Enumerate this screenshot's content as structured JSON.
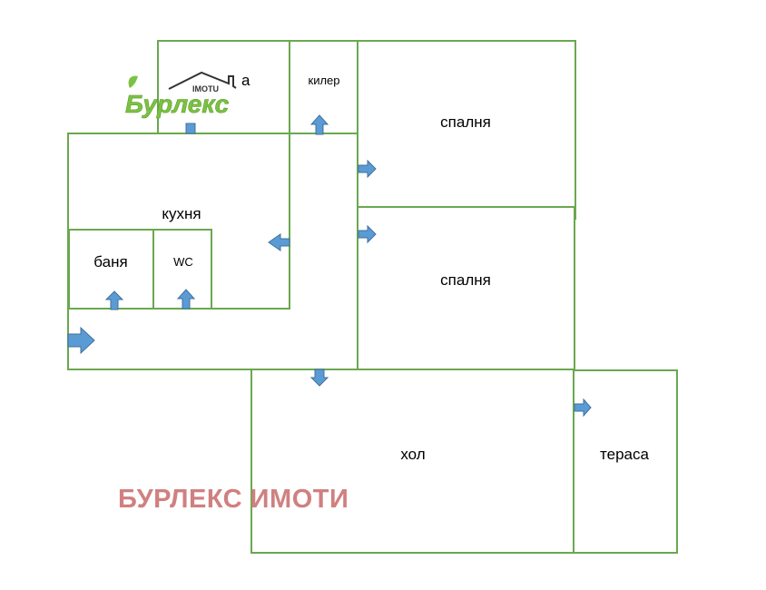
{
  "colors": {
    "wall": "#6aa84f",
    "arrow_fill": "#5b9bd5",
    "arrow_stroke": "#41719c",
    "watermark": "#d08080",
    "logo_green": "#7cc242",
    "logo_dark": "#333333"
  },
  "rooms": {
    "top_left_partial": "а",
    "closet": "килер",
    "bedroom_1": "спалня",
    "kitchen": "кухня",
    "bathroom": "баня",
    "wc": "WC",
    "bedroom_2": "спалня",
    "living": "хол",
    "terrace": "тераса"
  },
  "logo": {
    "brand": "Бурлекс",
    "sub": "IMOTU"
  },
  "watermark": "БУРЛЕКС ИМОТИ"
}
